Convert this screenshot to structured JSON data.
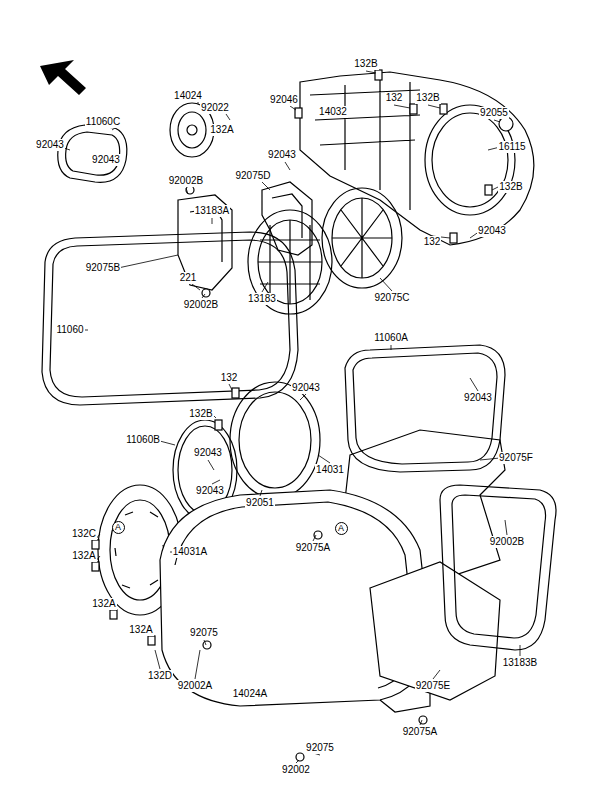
{
  "diagram": {
    "labels": [
      "14024",
      "92022",
      "11060C",
      "132A",
      "92043",
      "92043",
      "92046",
      "14032",
      "132B",
      "132",
      "132B",
      "92055",
      "16115",
      "132B",
      "92043",
      "92075D",
      "92002B",
      "13183A",
      "92075B",
      "221",
      "92002B",
      "13183",
      "92075C",
      "92043",
      "132",
      "11060",
      "11060A",
      "132",
      "92043",
      "92043",
      "132B",
      "11060B",
      "92043",
      "92043",
      "92051",
      "14031",
      "92075F",
      "132C",
      "A",
      "132A",
      "14031A",
      "132A",
      "132A",
      "132D",
      "92075A",
      "A",
      "92002B",
      "13183B",
      "92075",
      "92002A",
      "14024A",
      "92075E",
      "92075A",
      "92075",
      "92002"
    ]
  }
}
